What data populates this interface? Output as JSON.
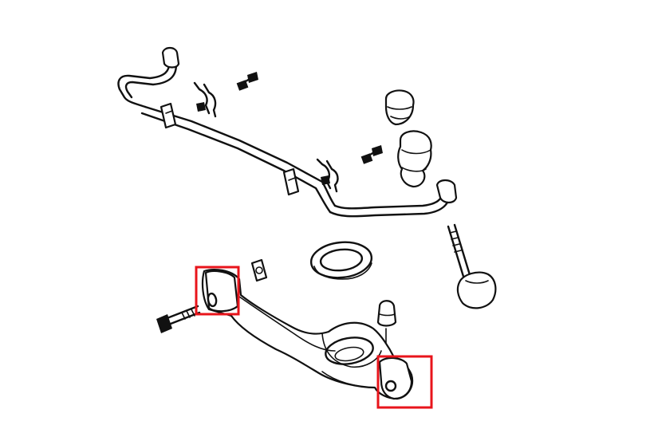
{
  "diagram": {
    "type": "exploded-parts-line-drawing",
    "parts": [
      {
        "name": "stabilizer-bar",
        "icon": "anti-roll-bar-icon"
      },
      {
        "name": "stabilizer-bar-bushings",
        "icon": "bushing-icon"
      },
      {
        "name": "bushing-clamp-brackets",
        "icon": "bracket-icon"
      },
      {
        "name": "bracket-bolts",
        "icon": "bolt-icon"
      },
      {
        "name": "bump-stops",
        "icon": "rubber-stop-icon"
      },
      {
        "name": "end-link",
        "icon": "stud-icon"
      },
      {
        "name": "spring-seat-ring",
        "icon": "ring-icon"
      },
      {
        "name": "lower-control-arm",
        "icon": "control-arm-icon"
      },
      {
        "name": "pivot-bolt",
        "icon": "bolt-icon"
      },
      {
        "name": "cam-washer",
        "icon": "washer-icon"
      },
      {
        "name": "dust-cap",
        "icon": "cap-icon"
      }
    ],
    "highlights": [
      {
        "target": "lower-control-arm-front-bushing"
      },
      {
        "target": "lower-control-arm-rear-bushing"
      }
    ],
    "colors": {
      "line": "#111111",
      "background": "#ffffff",
      "highlight": "#e8141b"
    }
  }
}
